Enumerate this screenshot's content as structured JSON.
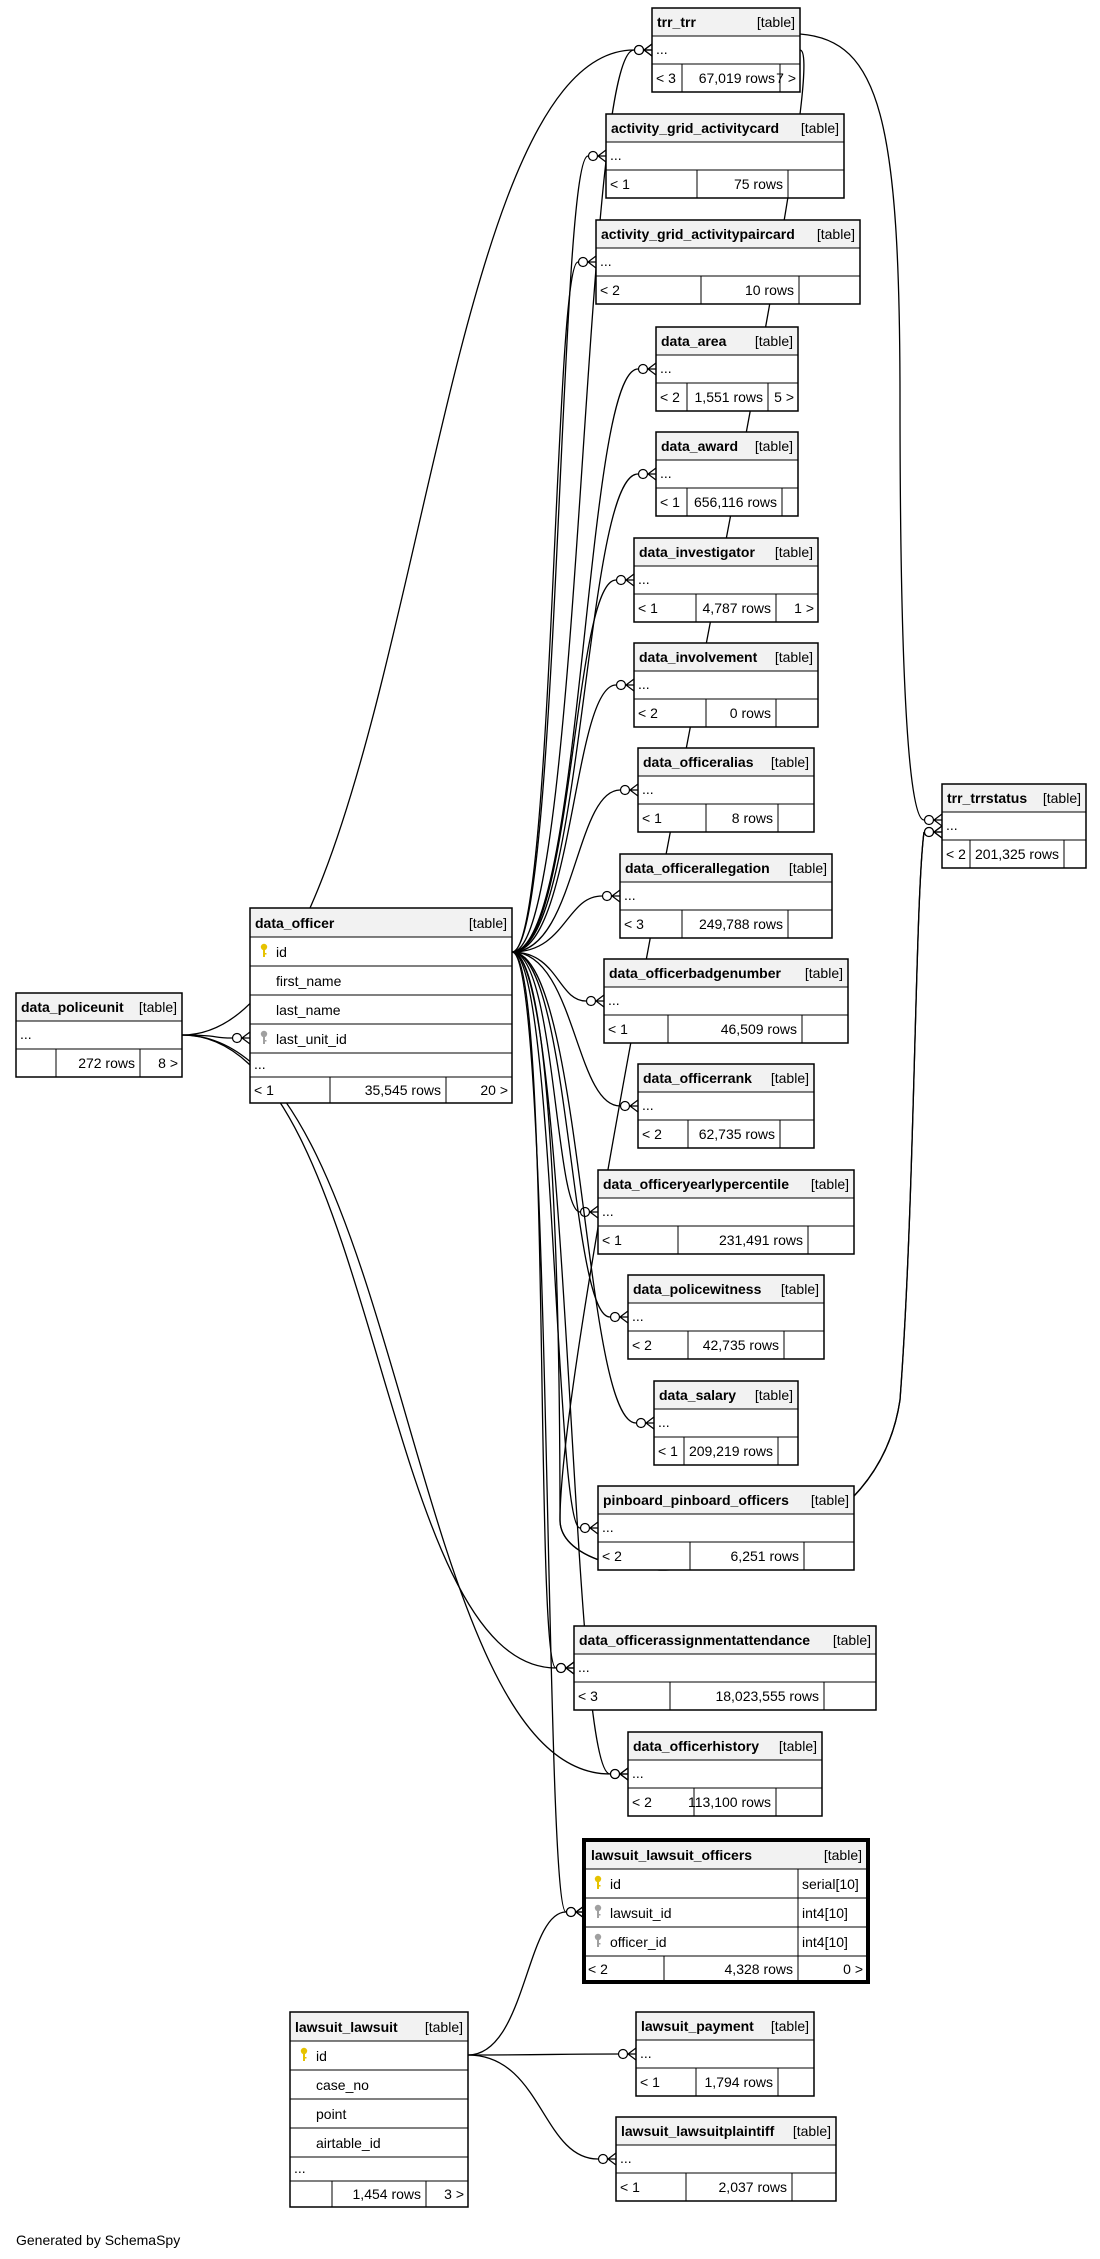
{
  "footer": "Generated by SchemaSpy",
  "colors": {
    "header_bg": "#f2f2f2",
    "border": "#000000",
    "pk_icon": "#e6c200",
    "fk_icon": "#a0a0a0"
  },
  "tables": [
    {
      "key": "trr_trr",
      "name": "trr_trr",
      "kind": "[table]",
      "rows": "67,019 rows",
      "parents": "< 3",
      "children": "7 >"
    },
    {
      "key": "activity_grid_activitycard",
      "name": "activity_grid_activitycard",
      "kind": "[table]",
      "rows": "75 rows",
      "parents": "< 1",
      "children": ""
    },
    {
      "key": "activity_grid_activitypaircard",
      "name": "activity_grid_activitypaircard",
      "kind": "[table]",
      "rows": "10 rows",
      "parents": "< 2",
      "children": ""
    },
    {
      "key": "data_area",
      "name": "data_area",
      "kind": "[table]",
      "rows": "1,551 rows",
      "parents": "< 2",
      "children": "5 >"
    },
    {
      "key": "data_award",
      "name": "data_award",
      "kind": "[table]",
      "rows": "656,116 rows",
      "parents": "< 1",
      "children": ""
    },
    {
      "key": "data_investigator",
      "name": "data_investigator",
      "kind": "[table]",
      "rows": "4,787 rows",
      "parents": "< 1",
      "children": "1 >"
    },
    {
      "key": "data_involvement",
      "name": "data_involvement",
      "kind": "[table]",
      "rows": "0 rows",
      "parents": "< 2",
      "children": ""
    },
    {
      "key": "data_officeralias",
      "name": "data_officeralias",
      "kind": "[table]",
      "rows": "8 rows",
      "parents": "< 1",
      "children": ""
    },
    {
      "key": "data_officerallegation",
      "name": "data_officerallegation",
      "kind": "[table]",
      "rows": "249,788 rows",
      "parents": "< 3",
      "children": ""
    },
    {
      "key": "data_officerbadgenumber",
      "name": "data_officerbadgenumber",
      "kind": "[table]",
      "rows": "46,509 rows",
      "parents": "< 1",
      "children": ""
    },
    {
      "key": "data_officerrank",
      "name": "data_officerrank",
      "kind": "[table]",
      "rows": "62,735 rows",
      "parents": "< 2",
      "children": ""
    },
    {
      "key": "data_officeryearlypercentile",
      "name": "data_officeryearlypercentile",
      "kind": "[table]",
      "rows": "231,491 rows",
      "parents": "< 1",
      "children": ""
    },
    {
      "key": "data_policewitness",
      "name": "data_policewitness",
      "kind": "[table]",
      "rows": "42,735 rows",
      "parents": "< 2",
      "children": ""
    },
    {
      "key": "data_salary",
      "name": "data_salary",
      "kind": "[table]",
      "rows": "209,219 rows",
      "parents": "< 1",
      "children": ""
    },
    {
      "key": "pinboard_pinboard_officers",
      "name": "pinboard_pinboard_officers",
      "kind": "[table]",
      "rows": "6,251 rows",
      "parents": "< 2",
      "children": ""
    },
    {
      "key": "data_officerassignmentattendance",
      "name": "data_officerassignmentattendance",
      "kind": "[table]",
      "rows": "18,023,555 rows",
      "parents": "< 3",
      "children": ""
    },
    {
      "key": "data_officerhistory",
      "name": "data_officerhistory",
      "kind": "[table]",
      "rows": "113,100 rows",
      "parents": "< 2",
      "children": ""
    },
    {
      "key": "lawsuit_payment",
      "name": "lawsuit_payment",
      "kind": "[table]",
      "rows": "1,794 rows",
      "parents": "< 1",
      "children": ""
    },
    {
      "key": "lawsuit_lawsuitplaintiff",
      "name": "lawsuit_lawsuitplaintiff",
      "kind": "[table]",
      "rows": "2,037 rows",
      "parents": "< 1",
      "children": ""
    },
    {
      "key": "trr_trrstatus",
      "name": "trr_trrstatus",
      "kind": "[table]",
      "rows": "201,325 rows",
      "parents": "< 2",
      "children": ""
    },
    {
      "key": "data_policeunit",
      "name": "data_policeunit",
      "kind": "[table]",
      "rows": "272 rows",
      "parents": "",
      "children": "8 >"
    }
  ],
  "data_officer": {
    "name": "data_officer",
    "kind": "[table]",
    "columns": [
      {
        "name": "id",
        "icon": "primary-key-icon"
      },
      {
        "name": "first_name",
        "icon": ""
      },
      {
        "name": "last_name",
        "icon": ""
      },
      {
        "name": "last_unit_id",
        "icon": "foreign-key-icon"
      }
    ],
    "more": "...",
    "parents": "< 1",
    "rows": "35,545 rows",
    "children": "20 >"
  },
  "lawsuit_lawsuit": {
    "name": "lawsuit_lawsuit",
    "kind": "[table]",
    "columns": [
      {
        "name": "id",
        "icon": "primary-key-icon"
      },
      {
        "name": "case_no",
        "icon": ""
      },
      {
        "name": "point",
        "icon": ""
      },
      {
        "name": "airtable_id",
        "icon": ""
      }
    ],
    "more": "...",
    "parents": "",
    "rows": "1,454 rows",
    "children": "3 >"
  },
  "lawsuit_lawsuit_officers": {
    "name": "lawsuit_lawsuit_officers",
    "kind": "[table]",
    "columns": [
      {
        "name": "id",
        "type": "serial[10]",
        "icon": "primary-key-icon"
      },
      {
        "name": "lawsuit_id",
        "type": "int4[10]",
        "icon": "foreign-key-icon"
      },
      {
        "name": "officer_id",
        "type": "int4[10]",
        "icon": "foreign-key-icon"
      }
    ],
    "parents": "< 2",
    "rows": "4,328 rows",
    "children": "0 >"
  },
  "relationships": [
    {
      "from": "data_officer",
      "to": "trr_trr"
    },
    {
      "from": "data_officer",
      "to": "activity_grid_activitycard"
    },
    {
      "from": "data_officer",
      "to": "activity_grid_activitypaircard"
    },
    {
      "from": "data_officer",
      "to": "data_area"
    },
    {
      "from": "data_officer",
      "to": "data_award"
    },
    {
      "from": "data_officer",
      "to": "data_investigator"
    },
    {
      "from": "data_officer",
      "to": "data_involvement"
    },
    {
      "from": "data_officer",
      "to": "data_officeralias"
    },
    {
      "from": "data_officer",
      "to": "data_officerallegation"
    },
    {
      "from": "data_officer",
      "to": "data_officerbadgenumber"
    },
    {
      "from": "data_officer",
      "to": "data_officerrank"
    },
    {
      "from": "data_officer",
      "to": "data_officeryearlypercentile"
    },
    {
      "from": "data_officer",
      "to": "data_policewitness"
    },
    {
      "from": "data_officer",
      "to": "data_salary"
    },
    {
      "from": "data_officer",
      "to": "pinboard_pinboard_officers"
    },
    {
      "from": "data_officer",
      "to": "data_officerassignmentattendance"
    },
    {
      "from": "data_officer",
      "to": "data_officerhistory"
    },
    {
      "from": "data_officer",
      "to": "lawsuit_lawsuit_officers"
    },
    {
      "from": "data_officer",
      "to": "trr_trrstatus"
    },
    {
      "from": "data_policeunit",
      "to": "data_officer"
    },
    {
      "from": "data_policeunit",
      "to": "trr_trr"
    },
    {
      "from": "data_policeunit",
      "to": "data_officerassignmentattendance"
    },
    {
      "from": "data_policeunit",
      "to": "data_officerhistory"
    },
    {
      "from": "trr_trr",
      "to": "trr_trrstatus"
    },
    {
      "from": "lawsuit_lawsuit",
      "to": "lawsuit_lawsuit_officers"
    },
    {
      "from": "lawsuit_lawsuit",
      "to": "lawsuit_payment"
    },
    {
      "from": "lawsuit_lawsuit",
      "to": "lawsuit_lawsuitplaintiff"
    }
  ]
}
